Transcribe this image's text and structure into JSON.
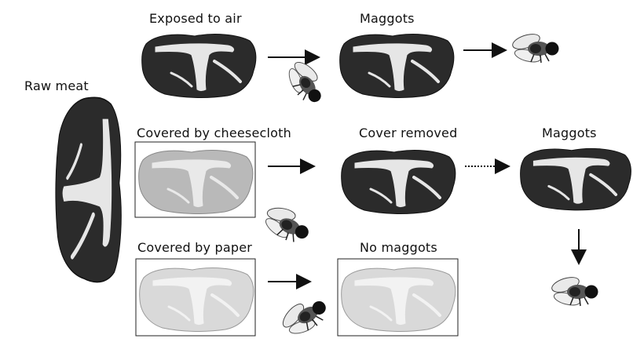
{
  "labels": {
    "raw_meat": "Raw meat",
    "exposed": "Exposed to air",
    "maggots_top": "Maggots",
    "cheesecloth": "Covered by cheesecloth",
    "cover_removed": "Cover removed",
    "maggots_right": "Maggots",
    "paper": "Covered by paper",
    "no_maggots": "No maggots"
  },
  "colors": {
    "meat_dark": "#2b2b2b",
    "fat": "#e6e6e6",
    "meat_faded": "#b9b9b9",
    "meat_very_faded": "#d9d9d9",
    "ink": "#111111"
  }
}
